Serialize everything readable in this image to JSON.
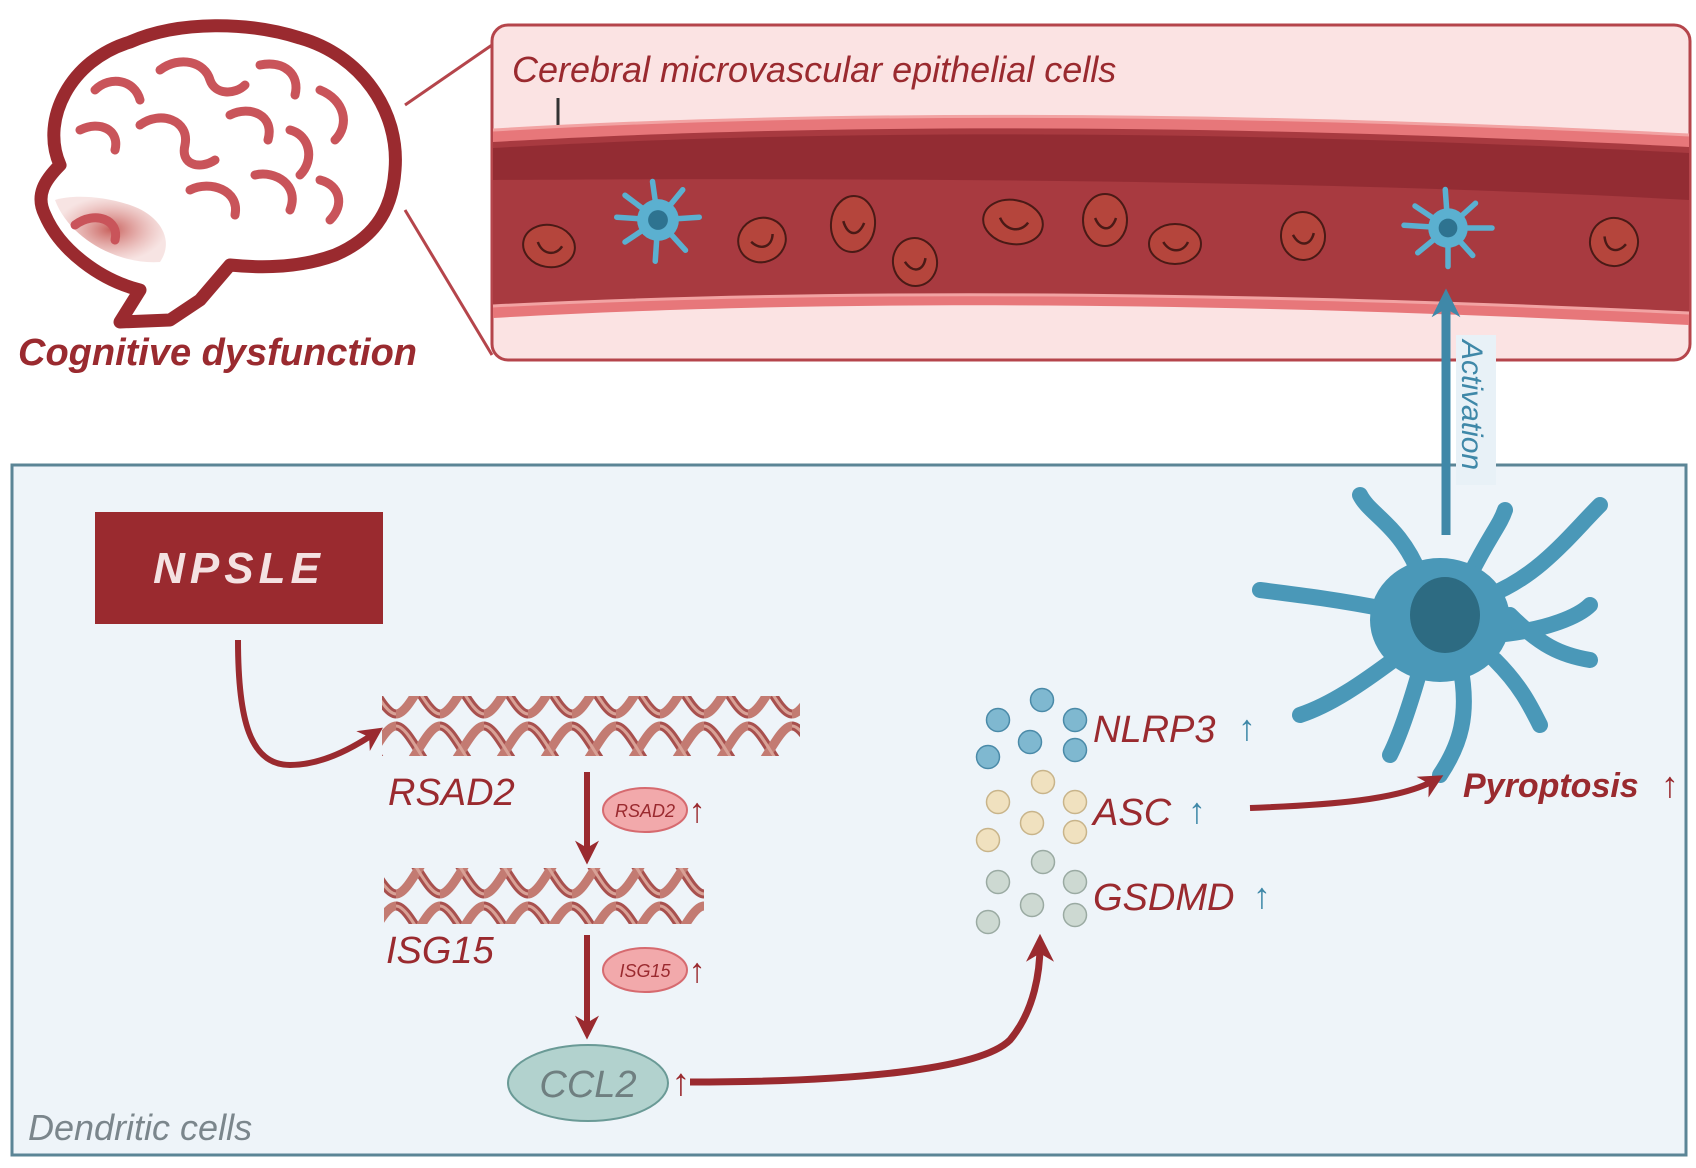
{
  "brain": {
    "caption": "Cognitive dysfunction"
  },
  "vessel": {
    "label": "Cerebral microvascular epithelial cells"
  },
  "activation_arrow": {
    "label": "Activation"
  },
  "dendritic_panel": {
    "label": "Dendritic cells"
  },
  "npsle": {
    "label": "NPSLE"
  },
  "genes": {
    "rsad2": {
      "gene": "RSAD2",
      "protein": "RSAD2",
      "trend": "↑"
    },
    "isg15": {
      "gene": "ISG15",
      "protein": "ISG15",
      "trend": "↑"
    },
    "ccl2": {
      "label": "CCL2",
      "trend": "↑"
    }
  },
  "inflammasome": {
    "nlrp3": {
      "label": "NLRP3",
      "trend": "↑"
    },
    "asc": {
      "label": "ASC",
      "trend": "↑"
    },
    "gsdmd": {
      "label": "GSDMD",
      "trend": "↑"
    }
  },
  "pyroptosis": {
    "label": "Pyroptosis",
    "trend": "↑"
  },
  "colors": {
    "dark_red": "#9a2a2f",
    "blood_red": "#a83a40",
    "vessel_wall": "#e06a6e",
    "vessel_bg": "#fbe3e3",
    "cell_blue": "#4a98b8",
    "arrow_blue": "#3f88a8",
    "panel_bg": "#eef4f9",
    "panel_border": "#5b8596",
    "grey_text": "#7b868c"
  }
}
